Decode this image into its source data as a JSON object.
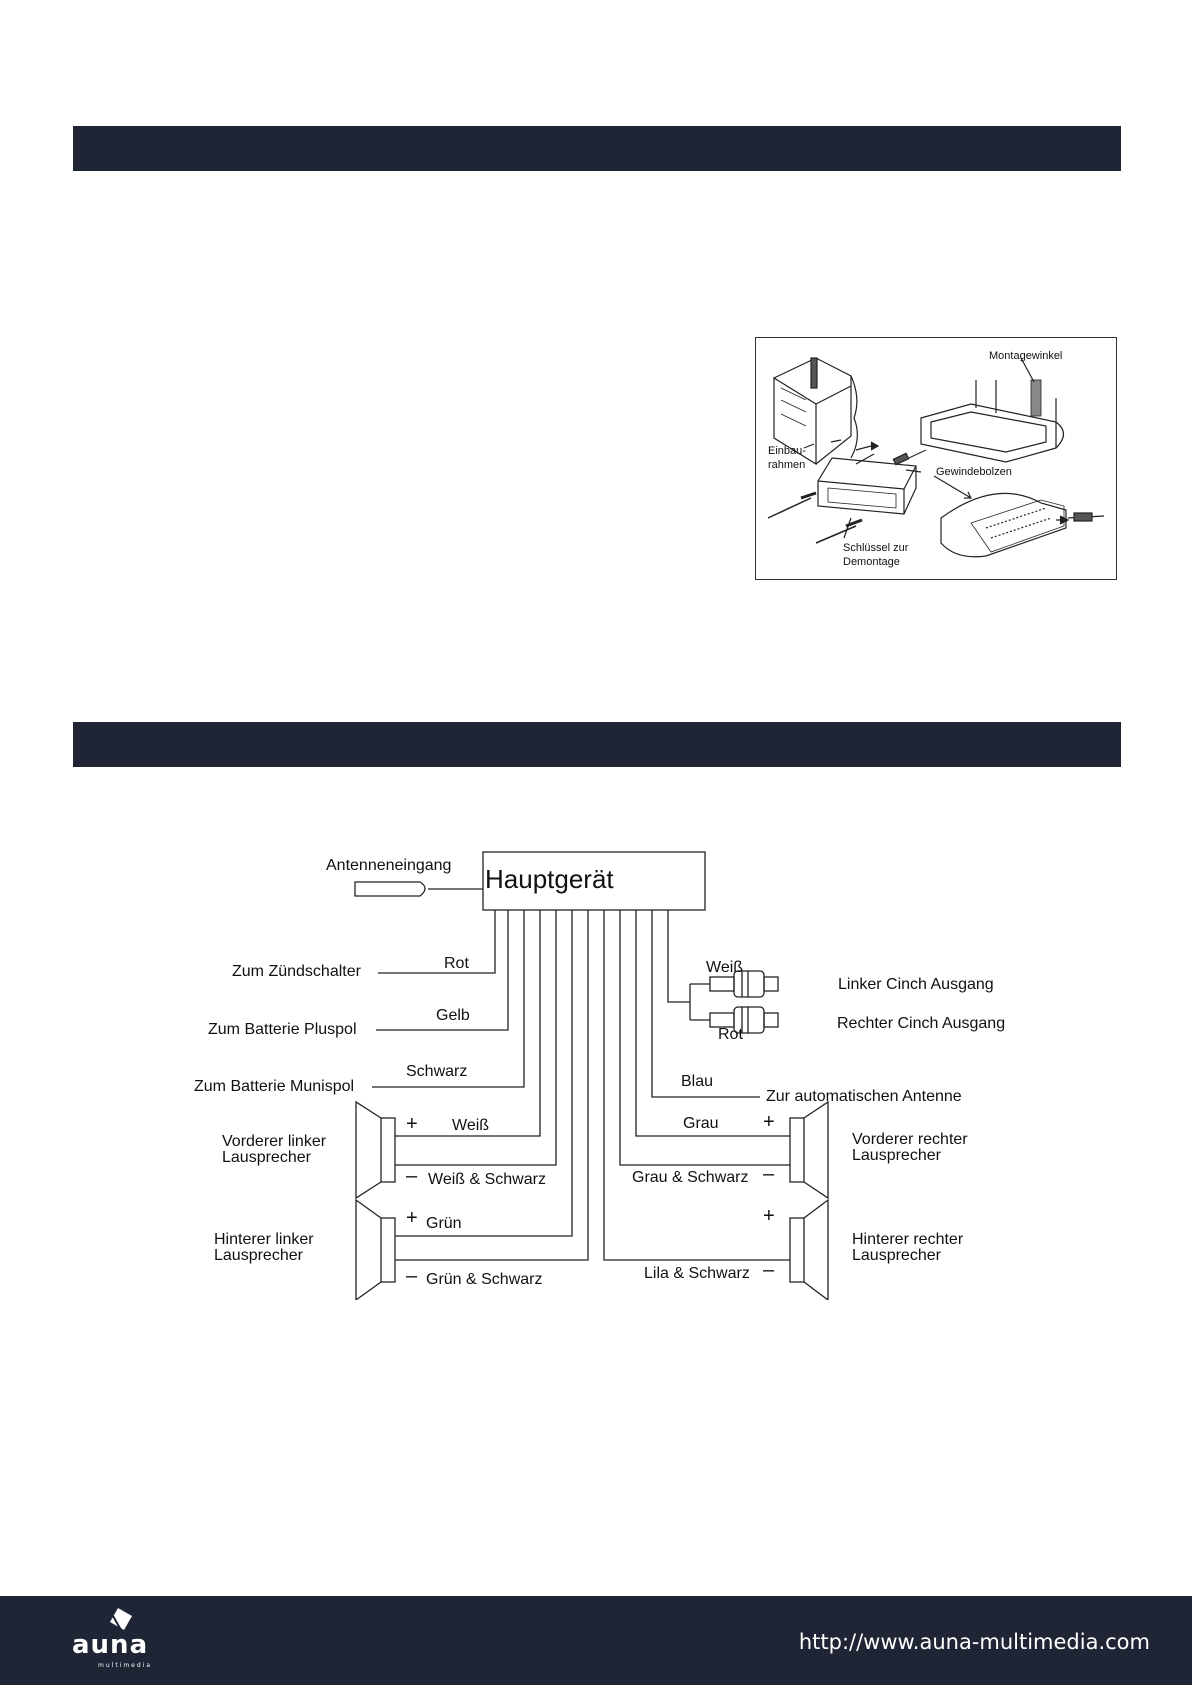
{
  "install_figure": {
    "labels": {
      "mounting_bracket": "Montagewinkel",
      "mounting_frame": "Einbau-\nrahmen",
      "threaded_bolt": "Gewindebolzen",
      "removal_key": "Schlüssel zur\nDemontage"
    }
  },
  "wiring_diagram": {
    "main_unit": "Hauptgerät",
    "antenna_input": "Antenneneingang",
    "left_connections": {
      "ignition": {
        "label": "Zum Zündschalter",
        "wire": "Rot"
      },
      "battery_plus": {
        "label": "Zum Batterie Pluspol",
        "wire": "Gelb"
      },
      "battery_minus": {
        "label": "Zum Batterie Munispol",
        "wire": "Schwarz"
      }
    },
    "rca": {
      "white_wire": "Weiß",
      "red_wire": "Rot",
      "left_out": "Linker Cinch Ausgang",
      "right_out": "Rechter Cinch Ausgang"
    },
    "auto_antenna": {
      "wire": "Blau",
      "label": "Zur automatischen Antenne"
    },
    "speakers": {
      "front_left": {
        "label": "Vorderer linker\nLausprecher",
        "plus_wire": "Weiß",
        "minus_wire": "Weiß & Schwarz"
      },
      "rear_left": {
        "label": "Hinterer linker\nLausprecher",
        "plus_wire": "Grün",
        "minus_wire": "Grün & Schwarz"
      },
      "front_right": {
        "label": "Vorderer rechter\nLausprecher",
        "plus_wire": "Grau",
        "minus_wire": "Grau & Schwarz"
      },
      "rear_right": {
        "label": "Hinterer rechter\nLausprecher",
        "minus_wire": "Lila & Schwarz"
      }
    },
    "plus_sign": "+",
    "minus_sign": "–"
  },
  "footer": {
    "logo_text": "auna",
    "logo_subtext": "multimedia",
    "url": "http://www.auna-multimedia.com"
  }
}
